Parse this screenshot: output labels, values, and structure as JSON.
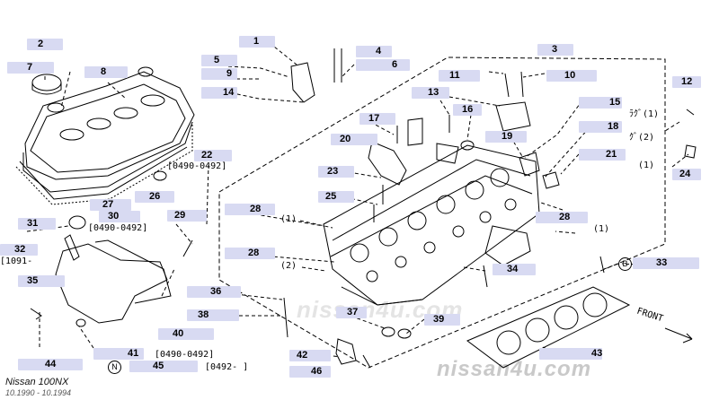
{
  "diagram": {
    "callouts": [
      {
        "id": "c1",
        "number": "1"
      },
      {
        "id": "c2",
        "number": "2"
      },
      {
        "id": "c3",
        "number": "3"
      },
      {
        "id": "c4",
        "number": "4"
      },
      {
        "id": "c5",
        "number": "5"
      },
      {
        "id": "c6",
        "number": "6"
      },
      {
        "id": "c7",
        "number": "7"
      },
      {
        "id": "c8",
        "number": "8"
      },
      {
        "id": "c9",
        "number": "9"
      },
      {
        "id": "c10",
        "number": "10"
      },
      {
        "id": "c11",
        "number": "11"
      },
      {
        "id": "c12",
        "number": "12"
      },
      {
        "id": "c13",
        "number": "13"
      },
      {
        "id": "c14",
        "number": "14"
      },
      {
        "id": "c15",
        "number": "15"
      },
      {
        "id": "c16",
        "number": "16"
      },
      {
        "id": "c17",
        "number": "17"
      },
      {
        "id": "c18",
        "number": "18"
      },
      {
        "id": "c19",
        "number": "19"
      },
      {
        "id": "c20",
        "number": "20"
      },
      {
        "id": "c21",
        "number": "21"
      },
      {
        "id": "c22",
        "number": "22"
      },
      {
        "id": "c23",
        "number": "23"
      },
      {
        "id": "c24",
        "number": "24"
      },
      {
        "id": "c25",
        "number": "25"
      },
      {
        "id": "c26",
        "number": "26"
      },
      {
        "id": "c27",
        "number": "27"
      },
      {
        "id": "c28a",
        "number": "28"
      },
      {
        "id": "c28b",
        "number": "28"
      },
      {
        "id": "c28c",
        "number": "28"
      },
      {
        "id": "c29",
        "number": "29"
      },
      {
        "id": "c30",
        "number": "30"
      },
      {
        "id": "c31",
        "number": "31"
      },
      {
        "id": "c32",
        "number": "32"
      },
      {
        "id": "c33",
        "number": "33"
      },
      {
        "id": "c34",
        "number": "34"
      },
      {
        "id": "c35",
        "number": "35"
      },
      {
        "id": "c36",
        "number": "36"
      },
      {
        "id": "c37",
        "number": "37"
      },
      {
        "id": "c38",
        "number": "38"
      },
      {
        "id": "c39",
        "number": "39"
      },
      {
        "id": "c40",
        "number": "40"
      },
      {
        "id": "c41",
        "number": "41"
      },
      {
        "id": "c42",
        "number": "42"
      },
      {
        "id": "c43",
        "number": "43"
      },
      {
        "id": "c44",
        "number": "44"
      },
      {
        "id": "c45",
        "number": "45"
      },
      {
        "id": "c46",
        "number": "46"
      }
    ],
    "notes": {
      "n22": "[0490-0492]",
      "n30": "[0490-0492]",
      "n32": "[1091-",
      "n41": "[0490-0492]",
      "n45": "[0492-   ]",
      "q1": "(1)",
      "q2": "(2)",
      "q1b": "(1)",
      "q1c": "(1)",
      "r15": "ﾗｸﾞ(1)",
      "r18": "ｸﾞ(2)",
      "r24": "(1)"
    },
    "symbols": {
      "b": "B",
      "n": "N"
    },
    "front_label": "FRONT",
    "footer_title": "Nissan 100NX",
    "footer_dates": "10.1990  -  10.1994",
    "watermark_main": "nissan4u.com",
    "watermark_big": "nissan4u.com"
  }
}
